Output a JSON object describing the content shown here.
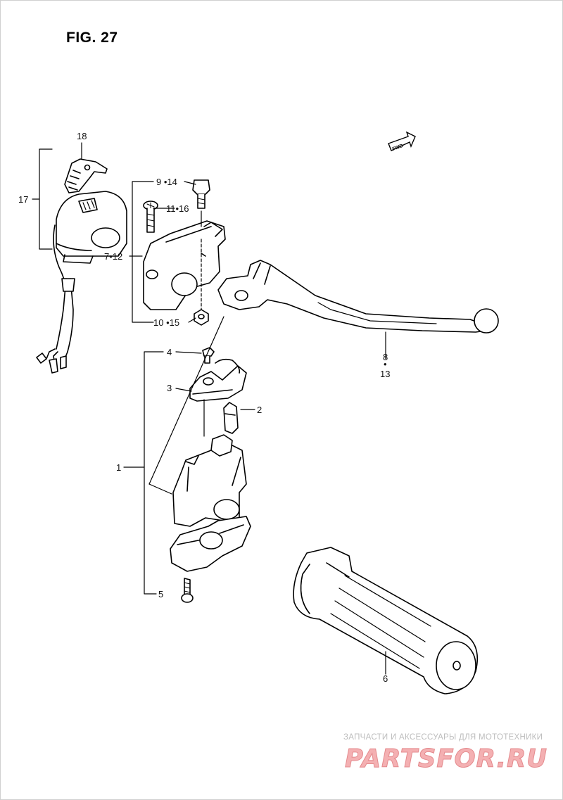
{
  "figure": {
    "title": "FIG. 27",
    "fwd_marker": "FWD"
  },
  "callouts": {
    "c1": "1",
    "c2": "2",
    "c3": "3",
    "c4": "4",
    "c5": "5",
    "c6": "6",
    "c7_12": "7•12",
    "c8": "8",
    "c8_dot": "•",
    "c13": "13",
    "c9_14": "9 •14",
    "c10_15": "10 •15",
    "c11_16": "11•16",
    "c17": "17",
    "c18": "18"
  },
  "watermark": {
    "caption": "ЗАПЧАСТИ И АКСЕССУАРЫ ДЛЯ МОТОТЕХНИКИ",
    "logo_text": "PARTSFOR.RU",
    "logo_color": "#f4b0b2"
  }
}
